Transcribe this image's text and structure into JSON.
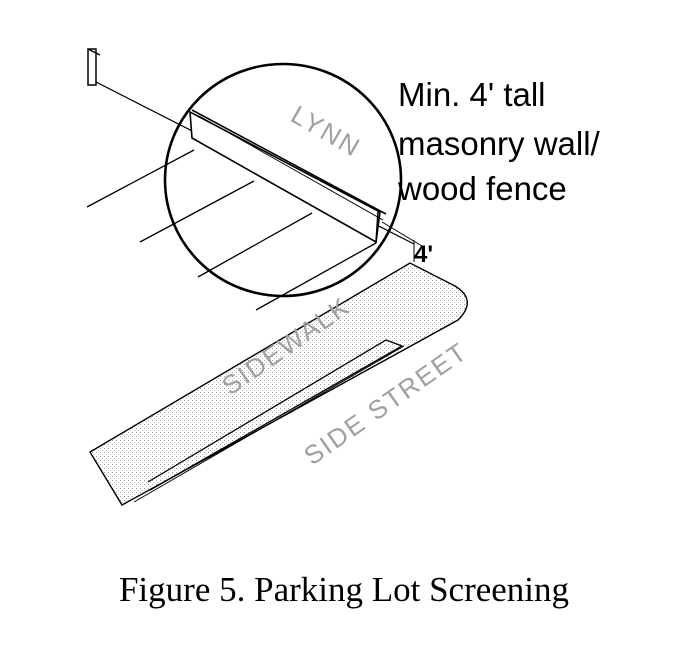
{
  "diagram": {
    "callout_lines": [
      "Min. 4' tall",
      "masonry wall/",
      "wood fence"
    ],
    "street_name": "LYNN",
    "sidewalk_label": "SIDEWALK",
    "street_label": "SIDE STREET",
    "dimension_label": "4'"
  },
  "caption": "Figure 5. Parking Lot Screening",
  "colors": {
    "line": "#000000",
    "label_gray": "#a0a0a0",
    "stipple": "#bdbdbd"
  }
}
